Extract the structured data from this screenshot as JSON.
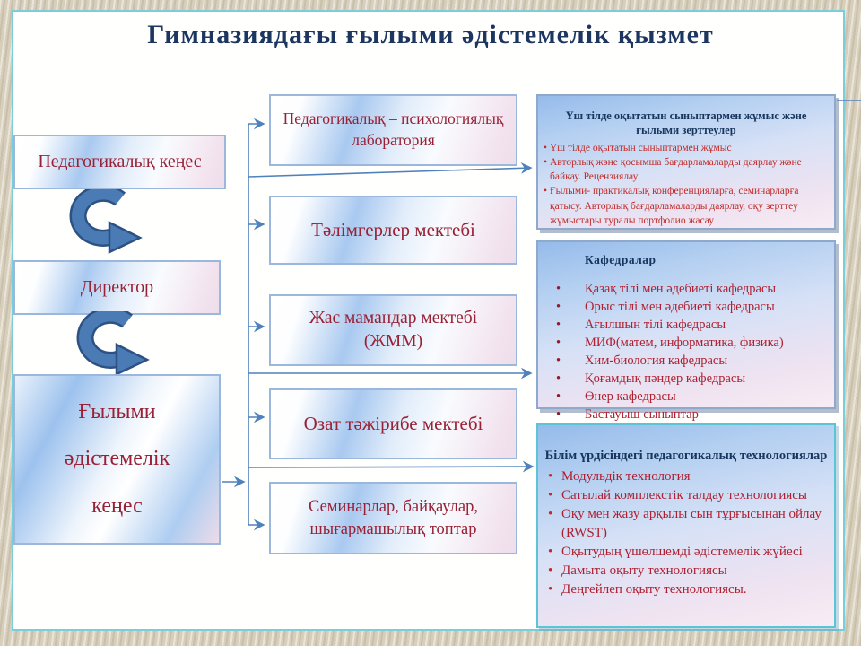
{
  "slide": {
    "title": "Гимназиядағы ғылыми әдістемелік  қызмет"
  },
  "left_boxes": [
    {
      "label": "Педагогикалық кеңес"
    },
    {
      "label": "Директор"
    },
    {
      "line1": "Ғылыми",
      "line2": "әдістемелік",
      "line3": "кеңес"
    }
  ],
  "middle_boxes": [
    {
      "label": "Педагогикалық – психологиялық лаборатория"
    },
    {
      "label": "Тәлімгерлер мектебі"
    },
    {
      "label": "Жас мамандар мектебі (ЖММ)"
    },
    {
      "label": "Озат  тәжірибе мектебі"
    },
    {
      "label": "Семинарлар, байқаулар, шығармашылық  топтар"
    }
  ],
  "right_panels": [
    {
      "title": "Үш тілде оқытатын сыныптармен жұмыс және ғылыми зерттеулер",
      "items": [
        "Үш тілде оқытатын сыныптармен жұмыс",
        "Авторлық және қосымша бағдарламаларды даярлау және байқау. Рецензиялау",
        "Ғылыми- практикалық конференцияларға, семинарларға қатысу. Авторлық бағдарламаларды даярлау, оқу зерттеу жұмыстары туралы портфолио жасау"
      ]
    },
    {
      "title": "Кафедралар",
      "items": [
        "Қазақ тілі мен әдебиеті кафедрасы",
        "Орыс тілі мен әдебиеті кафедрасы",
        "Ағылшын тілі кафедрасы",
        "МИФ(матем, информатика, физика)",
        "Хим-биология кафедрасы",
        "Қоғамдық пәндер кафедрасы",
        "Өнер кафедрасы",
        "Бастауыш сыныптар"
      ]
    },
    {
      "title": "Білім үрдісіндегі педагогикалық технологиялар",
      "items": [
        "Модульдік  технология",
        "Сатылай комплекстік  талдау технологиясы",
        "Оқу мен жазу арқылы сын тұрғысынан ойлау (RWST)",
        "Оқытудың үшөлшемді әдістемелік жүйесі",
        "Дамыта оқыту технологиясы",
        "Деңгейлеп оқыту технологиясы."
      ]
    }
  ],
  "colors": {
    "slide_border_cyan": "#79ced9",
    "background_beige": "#d7cfbb",
    "box_border_blue": "#9cb7dc",
    "box_text_red": "#992135",
    "bullet_text_red": "#b02031",
    "panel_title_navy": "#17365d",
    "main_title_navy": "#1c3660",
    "connector_blue": "#4f81bd",
    "curved_arrow_blue": "#4a7bb5"
  }
}
